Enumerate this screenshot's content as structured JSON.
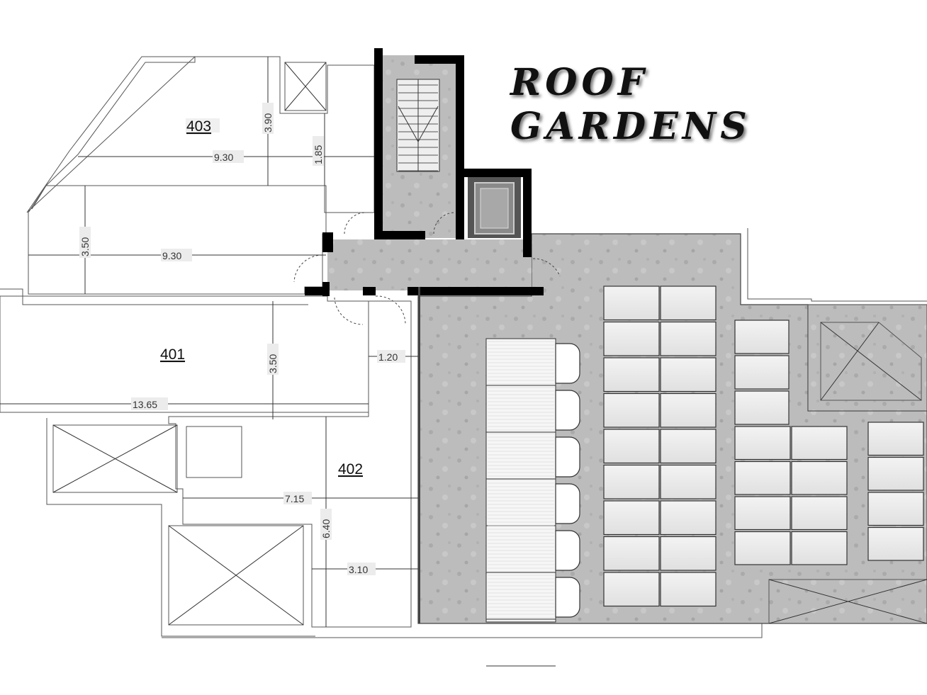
{
  "title": {
    "line1": "ROOF",
    "line2": "GARDENS"
  },
  "units": {
    "u403": "403",
    "u401": "401",
    "u402": "402"
  },
  "dimensions": {
    "d403_height": "3.90",
    "d403_width": "9.30",
    "d403_side": "1.85",
    "d_mid_height": "3.50",
    "d_mid_width": "9.30",
    "d401_height": "3.50",
    "d401_width": "13.65",
    "d_gap": "1.20",
    "d402_width": "7.15",
    "d402_height": "6.40",
    "d402_small": "3.10"
  },
  "colors": {
    "marble": "#e9e9e9",
    "concrete": "#b8b8b8",
    "wall": "#000000",
    "title_shadow": "#777777"
  }
}
